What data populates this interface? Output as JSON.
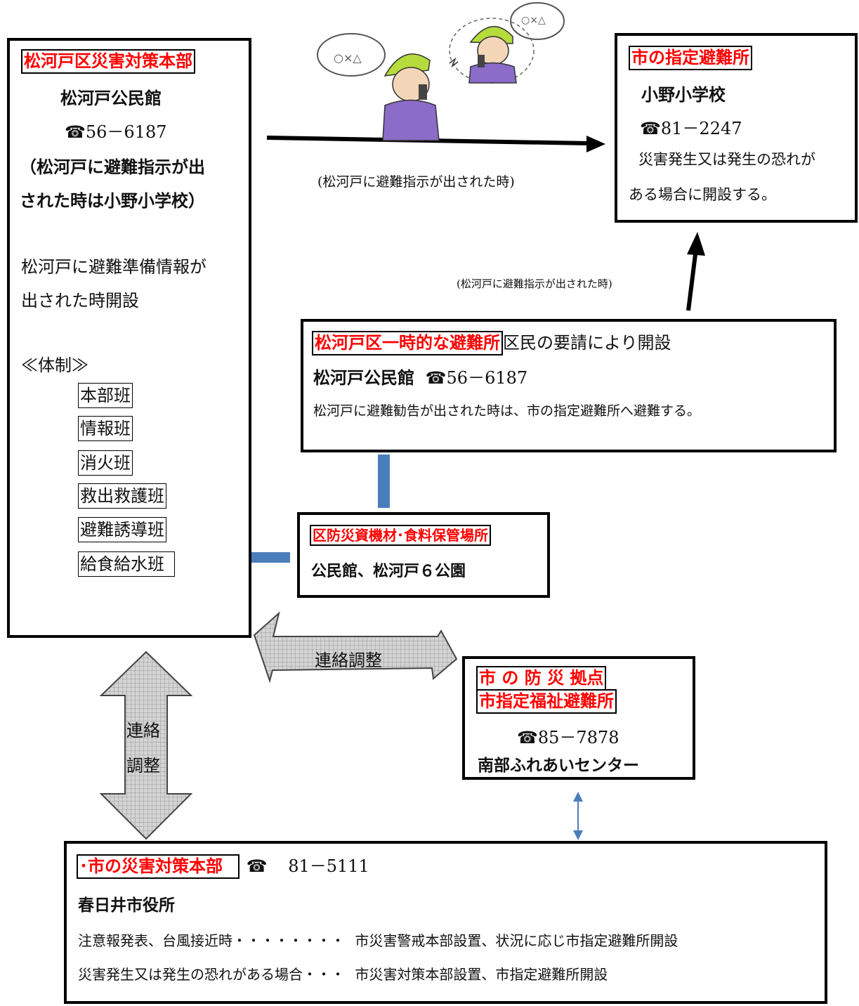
{
  "left_hq": {
    "title": "松河戸区災害対策本部",
    "venue": "松河戸公民館",
    "tel": "☎56－6187",
    "note_line1": "（松河戸に避難指示が出",
    "note_line2": "された時は小野小学校）",
    "prep_line1": "松河戸に避難準備情報が",
    "prep_line2": "出された時開設",
    "system_label": "≪体制≫",
    "teams": [
      "本部班",
      "情報班",
      "消火班",
      "救出救護班",
      "避難誘導班",
      "給食給水班"
    ]
  },
  "city_shelter": {
    "title": "市の指定避難所",
    "name": "小野小学校",
    "tel": "☎81－2247",
    "desc_line1": "災害発生又は発生の恐れが",
    "desc_line2": "ある場合に開設する。"
  },
  "arrow_label_top": "(松河戸に避難指示が出された時)",
  "arrow_label_right": "(松河戸に避難指示が出された時)",
  "temp_shelter": {
    "title": "松河戸区一時的な避難所",
    "subtitle": "区民の要請により開設",
    "venue": "松河戸公民館",
    "tel": "☎56－6187",
    "desc": "松河戸に避難勧告が出された時は、市の指定避難所へ避難する。"
  },
  "storage": {
    "title": "区防災資機材･食料保管場所",
    "places": "公民館、松河戸６公園"
  },
  "coordination_h": "連絡調整",
  "coordination_v_line1": "連絡",
  "coordination_v_line2": "調整",
  "city_base": {
    "title1": "市 の 防 災 拠点",
    "title2": "市指定福祉避難所",
    "tel": "☎85－7878",
    "name": "南部ふれあいセンター"
  },
  "city_hq": {
    "title": "･市の災害対策本部",
    "tel_icon": "☎",
    "tel": "81－5111",
    "name": "春日井市役所",
    "row1_cond": "注意報発表、台風接近時・・・・・・・・",
    "row1_action": "市災害警戒本部設置、状況に応じ市指定避難所開設",
    "row2_cond": "災害発生又は発生の恐れがある場合・・・",
    "row2_action": "市災害対策本部設置、市指定避難所開設"
  }
}
